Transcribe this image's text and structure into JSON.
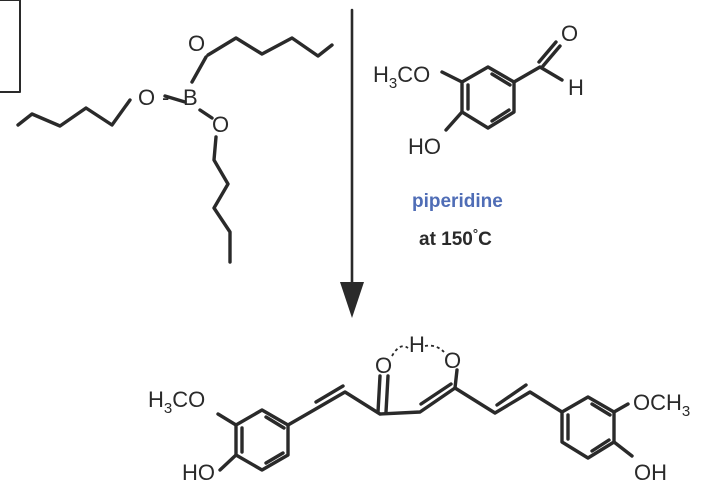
{
  "colors": {
    "ink": "#2a2a2a",
    "reagent": "#4f6db6",
    "background": "#ffffff"
  },
  "borate": {
    "boron": "B",
    "oxygen_top": "O",
    "oxygen_left": "O",
    "oxygen_bottom": "O",
    "dash": "-"
  },
  "vanillin": {
    "methoxy_prefix": "H",
    "methoxy_sub": "3",
    "methoxy_suffix": "CO",
    "aldehyde_o": "O",
    "aldehyde_h": "H",
    "hydroxy": "HO"
  },
  "conditions": {
    "catalyst": "piperidine",
    "temperature_prefix": "at 150",
    "degree": "°",
    "temperature_suffix": "C"
  },
  "curcumin": {
    "left_methoxy_prefix": "H",
    "left_methoxy_sub": "3",
    "left_methoxy_suffix": "CO",
    "left_hydroxy": "HO",
    "keto_o": "O",
    "bridge_h": "H",
    "enol_o": "O",
    "right_methoxy_prefix": "OCH",
    "right_methoxy_sub": "3",
    "right_hydroxy": "OH"
  }
}
